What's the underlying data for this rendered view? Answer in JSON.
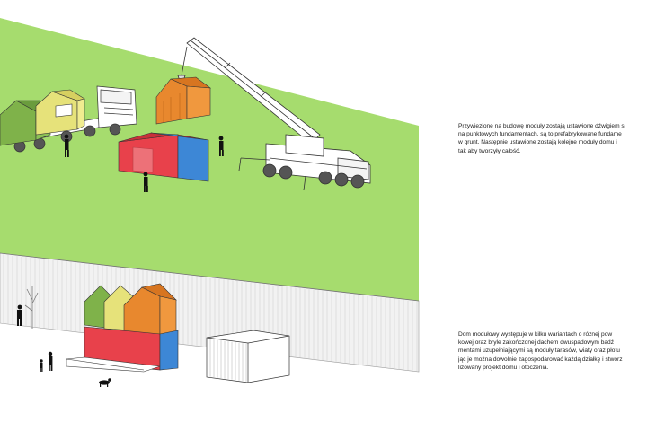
{
  "captions": {
    "delivery": [
      "Przywiezione na budowę moduły zostają ustawione dźwigiem  s",
      "na punktowych fundamentach, są to prefabrykowane fundame",
      "w grunt. Następnie ustawione zostają kolejne moduły domu i",
      "tak aby tworzyły całość."
    ],
    "variants": [
      "Dom modułowy występuje w kilku wariantach o różnej pow",
      "kowej oraz bryle zakończonej dachem dwuspadowym bądź",
      "mentami uzupełniającymi są moduły tarasów, wiaty oraz płotu",
      "jąc je można dowolnie zagospodarować każdą działkę i stworz",
      "lizowany projekt domu i otoczenia."
    ]
  },
  "colors": {
    "lawn": "#a6dc6e",
    "module_red": "#e8414b",
    "module_blue": "#3d87d6",
    "module_orange": "#e8882e",
    "module_green": "#7fb24a",
    "module_yellow": "#e6e27a",
    "line": "#333333"
  }
}
